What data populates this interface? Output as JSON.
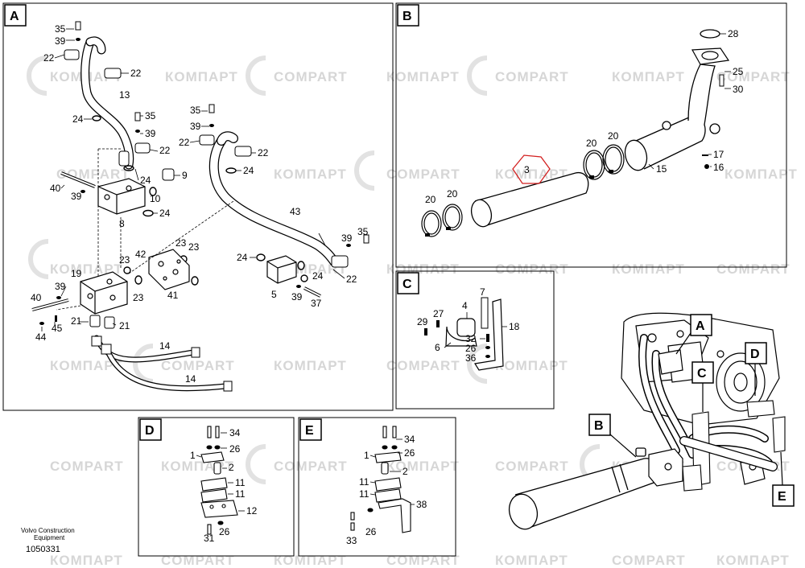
{
  "watermark": {
    "brand_latin": "COMPART",
    "brand_cyrillic": "КОМПАРТ"
  },
  "panels": {
    "A": {
      "title": "A",
      "callouts": [
        "35",
        "39",
        "22",
        "22",
        "13",
        "24",
        "35",
        "39",
        "22",
        "35",
        "39",
        "22",
        "22",
        "24",
        "9",
        "40",
        "39",
        "10",
        "24",
        "8",
        "24",
        "43",
        "35",
        "39",
        "23",
        "42",
        "23",
        "19",
        "39",
        "23",
        "41",
        "23",
        "24",
        "24",
        "5",
        "39",
        "37",
        "22",
        "40",
        "45",
        "44",
        "21",
        "21",
        "14",
        "14"
      ]
    },
    "B": {
      "title": "B",
      "callouts": [
        "28",
        "25",
        "30",
        "20",
        "20",
        "15",
        "17",
        "16",
        "3",
        "20",
        "20"
      ]
    },
    "C": {
      "title": "C",
      "callouts": [
        "7",
        "4",
        "27",
        "29",
        "32",
        "26",
        "36",
        "6",
        "18"
      ]
    },
    "D": {
      "title": "D",
      "callouts": [
        "34",
        "26",
        "1",
        "2",
        "11",
        "11",
        "12",
        "31",
        "26"
      ]
    },
    "E": {
      "title": "E",
      "callouts": [
        "34",
        "26",
        "1",
        "2",
        "11",
        "11",
        "38",
        "33",
        "26"
      ]
    },
    "overview": {
      "labels": [
        "A",
        "D",
        "C",
        "B",
        "E"
      ]
    }
  },
  "footer": {
    "company": "Volvo Construction",
    "company_line2": "Equipment",
    "doc_number": "1050331"
  }
}
